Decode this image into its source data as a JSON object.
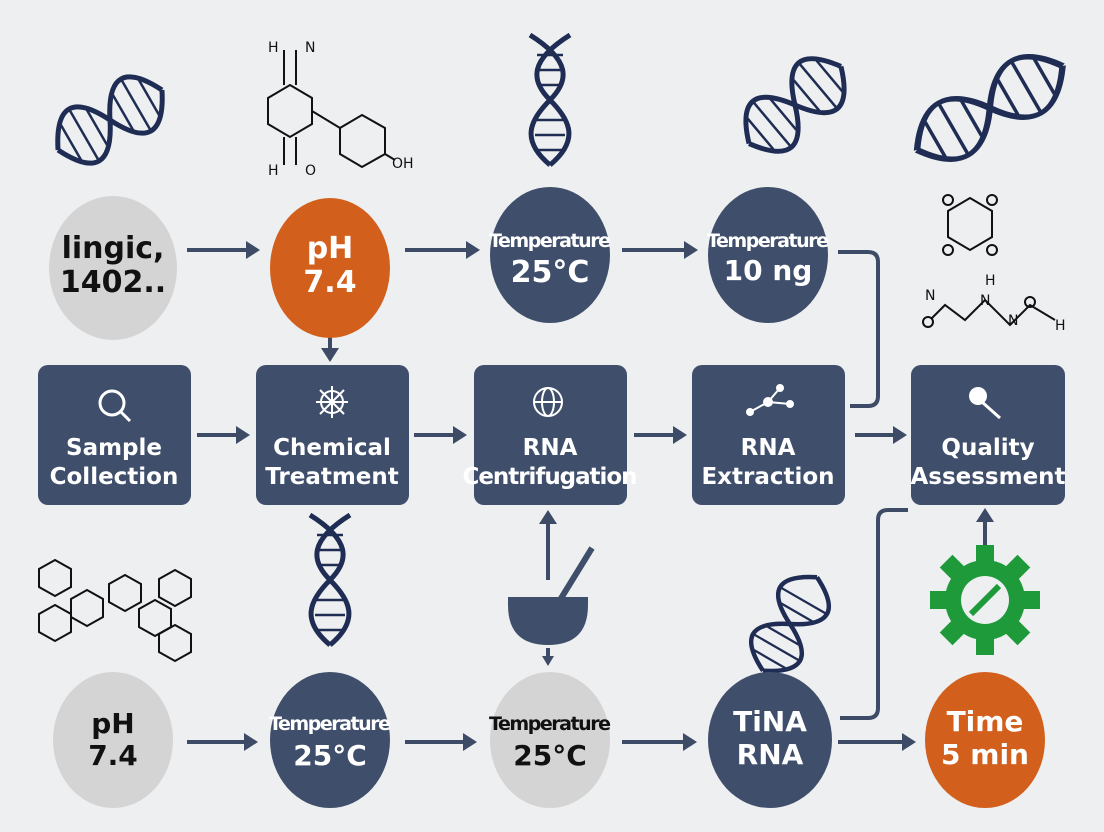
{
  "colors": {
    "background": "#eeeff0",
    "navy": "#3f4e6b",
    "orange": "#d35f1c",
    "gray": "#d4d4d4",
    "green": "#1f9a3a"
  },
  "top_row": [
    {
      "line1": "lingic,",
      "line2": "1402..",
      "color": "gray"
    },
    {
      "line1": "pH",
      "line2": "7.4",
      "color": "orange"
    },
    {
      "line1": "Temperature",
      "line2": "25°C",
      "color": "navy"
    },
    {
      "line1": "Temperature",
      "line2": "10 ng",
      "color": "navy"
    }
  ],
  "steps": [
    {
      "line1": "Sample",
      "line2": "Collection",
      "icon": "magnifier-icon"
    },
    {
      "line1": "Chemical",
      "line2": "Treatment",
      "icon": "virus-icon"
    },
    {
      "line1": "RNA",
      "line2": "Centrifugation",
      "icon": "globe-icon"
    },
    {
      "line1": "RNA",
      "line2": "Extraction",
      "icon": "molecule-icon"
    },
    {
      "line1": "Quality",
      "line2": "Assessment",
      "icon": "pin-icon"
    }
  ],
  "bottom_row": [
    {
      "line1": "pH",
      "line2": "7.4",
      "color": "gray"
    },
    {
      "line1": "Temperature",
      "line2": "25°C",
      "color": "navy"
    },
    {
      "line1": "Temperature",
      "line2": "25°C",
      "color": "gray"
    },
    {
      "line1": "TiNA",
      "line2": "RNA",
      "color": "navy"
    },
    {
      "line1": "Time",
      "line2": "5 min",
      "color": "orange"
    }
  ],
  "molecule_labels": {
    "a": "H",
    "b": "N",
    "c": "H",
    "d": "O",
    "e": "OH",
    "f": "N",
    "g": "H",
    "h": "N",
    "i": "N",
    "j": "H"
  }
}
